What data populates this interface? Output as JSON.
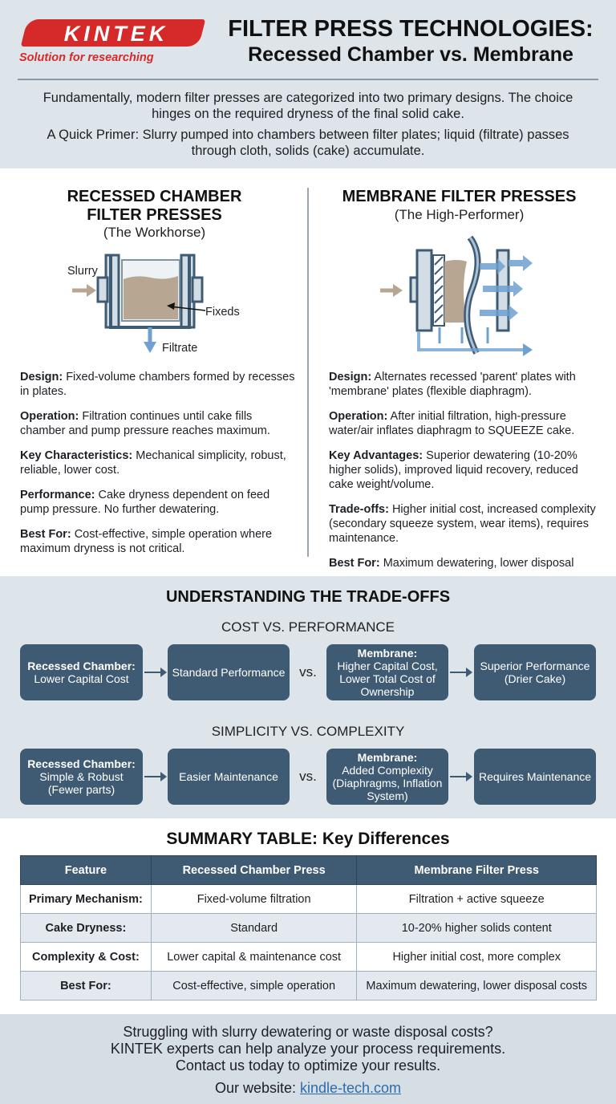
{
  "brand": {
    "name": "KINTEK",
    "tagline": "Solution for researching"
  },
  "title": {
    "line1": "FILTER PRESS TECHNOLOGIES:",
    "line2": "Recessed Chamber vs. Membrane"
  },
  "intro": {
    "p1": "Fundamentally, modern filter presses are categorized into two primary designs. The choice hinges on the required dryness of the final solid cake.",
    "p2": "A Quick Primer: Slurry pumped into chambers between filter plates; liquid (filtrate) passes through cloth, solids (cake) accumulate."
  },
  "recessed": {
    "title_line1": "RECESSED CHAMBER",
    "title_line2": "FILTER PRESSES",
    "subtitle": "(The Workhorse)",
    "diagram": {
      "slurry": "Slurry",
      "fixeds": "Fixeds",
      "filtrate": "Filtrate"
    },
    "items": [
      {
        "label": "Design:",
        "text": "Fixed-volume chambers formed by recesses in plates."
      },
      {
        "label": "Operation:",
        "text": "Filtration continues until cake fills chamber and pump pressure reaches maximum."
      },
      {
        "label": "Key Characteristics:",
        "text": "Mechanical simplicity, robust, reliable, lower cost."
      },
      {
        "label": "Performance:",
        "text": "Cake dryness dependent on feed pump pressure. No further dewatering."
      },
      {
        "label": "Best For:",
        "text": "Cost-effective, simple operation where maximum dryness is not critical."
      }
    ]
  },
  "membrane": {
    "title": "MEMBRANE FILTER PRESSES",
    "subtitle": "(The High-Performer)",
    "items": [
      {
        "label": "Design:",
        "text": "Alternates recessed 'parent' plates with 'membrane' plates (flexible diaphragm)."
      },
      {
        "label": "Operation:",
        "text": "After initial filtration, high-pressure water/air inflates diaphragm to SQUEEZE cake."
      },
      {
        "label": "Key Advantages:",
        "text": "Superior dewatering (10-20% higher solids), improved liquid recovery, reduced cake weight/volume."
      },
      {
        "label": "Trade-offs:",
        "text": "Higher initial cost, increased complexity (secondary squeeze system, wear items), requires maintenance."
      },
      {
        "label": "Best For:",
        "text": "Maximum dewatering, lower disposal"
      }
    ]
  },
  "tradeoffs": {
    "title": "UNDERSTANDING THE TRADE-OFFS",
    "vs": "vs.",
    "cost": {
      "title": "COST VS. PERFORMANCE",
      "box1_head": "Recessed Chamber:",
      "box1_text": "Lower Capital Cost",
      "box2_text": "Standard Performance",
      "box3_head": "Membrane:",
      "box3_text": "Higher Capital Cost, Lower Total Cost of Ownership",
      "box4_text": "Superior Performance (Drier Cake)"
    },
    "simplicity": {
      "title": "SIMPLICITY VS. COMPLEXITY",
      "box1_head": "Recessed Chamber:",
      "box1_text": "Simple & Robust (Fewer parts)",
      "box2_text": "Easier Maintenance",
      "box3_head": "Membrane:",
      "box3_text": "Added Complexity (Diaphragms, Inflation System)",
      "box4_text": "Requires Maintenance"
    }
  },
  "summary": {
    "title": "SUMMARY TABLE: Key Differences",
    "headers": [
      "Feature",
      "Recessed Chamber Press",
      "Membrane Filter Press"
    ],
    "rows": [
      [
        "Primary Mechanism:",
        "Fixed-volume filtration",
        "Filtration + active squeeze"
      ],
      [
        "Cake Dryness:",
        "Standard",
        "10-20% higher solids content"
      ],
      [
        "Complexity & Cost:",
        "Lower capital & maintenance cost",
        "Higher initial cost, more complex"
      ],
      [
        "Best For:",
        "Cost-effective, simple operation",
        "Maximum dewatering, lower disposal costs"
      ]
    ]
  },
  "footer": {
    "line1": "Struggling with slurry dewatering or waste disposal costs?",
    "line2": "KINTEK experts can help analyze your process requirements.",
    "line3": "Contact us today to optimize your results.",
    "website_label": "Our website:",
    "website_link": "kindle-tech.com"
  },
  "colors": {
    "brand_red": "#d62a2a",
    "navy_box": "#3f5b74",
    "arrow_blue": "#6fa0cf",
    "slurry_tan": "#b7a692"
  }
}
